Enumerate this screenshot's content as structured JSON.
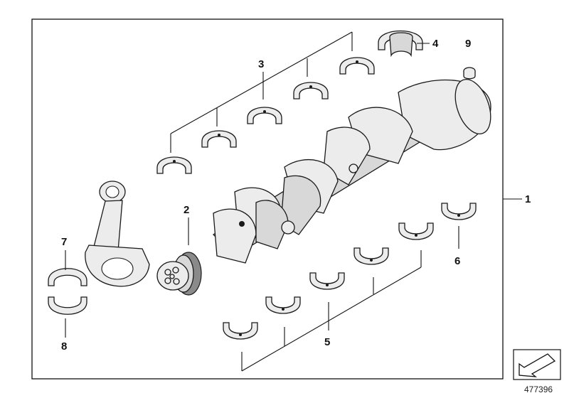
{
  "callouts": {
    "c1": "1",
    "c2": "2",
    "c3": "3",
    "c4": "4",
    "c5": "5",
    "c6": "6",
    "c7": "7",
    "c8": "8",
    "c9": "9"
  },
  "document_id": "477396",
  "icons": {
    "nav": "arrow-icon"
  }
}
